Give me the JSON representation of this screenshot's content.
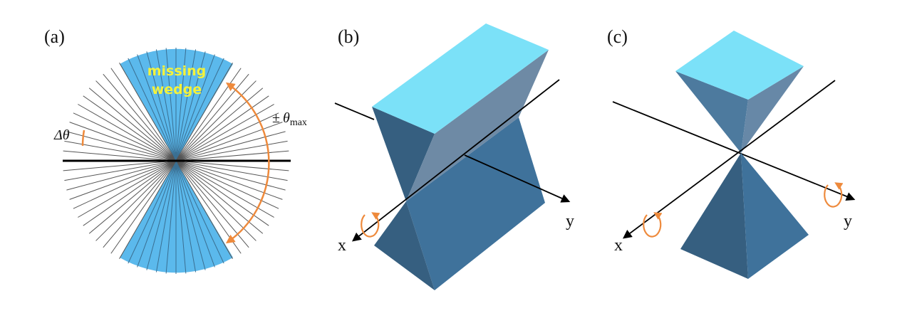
{
  "panels": {
    "a": {
      "label": "(a)",
      "wedge_text_1": "missing",
      "wedge_text_2": "wedge",
      "delta_label": "Δθ",
      "theta_pm": "±",
      "theta_sym": "θ",
      "theta_sub": "max"
    },
    "b": {
      "label": "(b)",
      "x_axis": "x",
      "y_axis": "y"
    },
    "c": {
      "label": "(c)",
      "x_axis": "x",
      "y_axis": "y"
    }
  },
  "colors": {
    "wedge": "#5bb9ec",
    "top_face": "#7be1f8",
    "dark_face": "#365f80",
    "mid_face": "#3f729b",
    "gray_face": "#6e8aa5",
    "arrow": "#ee8a3c",
    "text_highlight": "#f4f23a"
  }
}
